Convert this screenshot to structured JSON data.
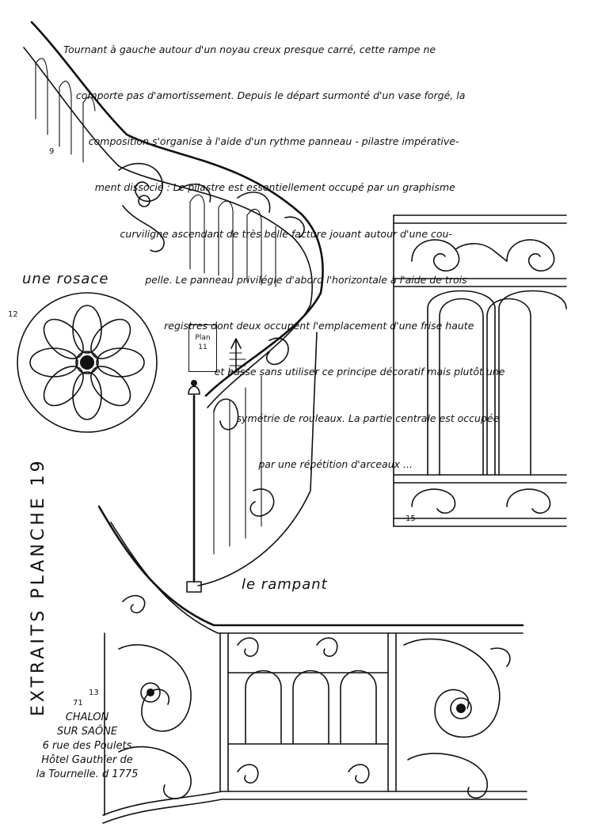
{
  "description": {
    "lines": [
      "Tournant à gauche autour d'un noyau creux presque carré, cette rampe ne",
      "    comporte pas d'amortissement. Depuis le départ surmonté d'un vase forgé, la",
      "        composition s'organise à l'aide d'un rythme panneau - pilastre impérative-",
      "          ment dissocié : Le pilastre est essentiellement occupé par un graphisme",
      "                  curviligne ascendant de très belle facture jouant autour d'une cou-",
      "                          pelle. Le panneau privilégie d'abord l'horizontale à l'aide de trois",
      "                                registres dont deux occupent l'emplacement d'une frise haute",
      "                                                et basse sans utiliser ce principe décoratif mais plutôt une",
      "                                                       symétrie de rouleaux. La partie centrale est occupée",
      "                                                              par une répétition d'arceaux ..."
    ]
  },
  "labels": {
    "rosace": "une rosace",
    "rampant": "le rampant",
    "extraits": "EXTRAITS PLANCHE 19",
    "plan_title": "Plan",
    "plan_number": "11"
  },
  "figure_numbers": {
    "fig9": "9",
    "fig12": "12",
    "fig13": "13",
    "fig15": "15",
    "fig71": "71"
  },
  "location": {
    "lines": [
      "CHALON",
      "SUR SAÔNE",
      "6 rue des Poulets",
      "Hôtel Gauthier de",
      "la Tournelle. d 1775"
    ]
  },
  "ink_color": "#111111",
  "paper_color": "#ffffff"
}
